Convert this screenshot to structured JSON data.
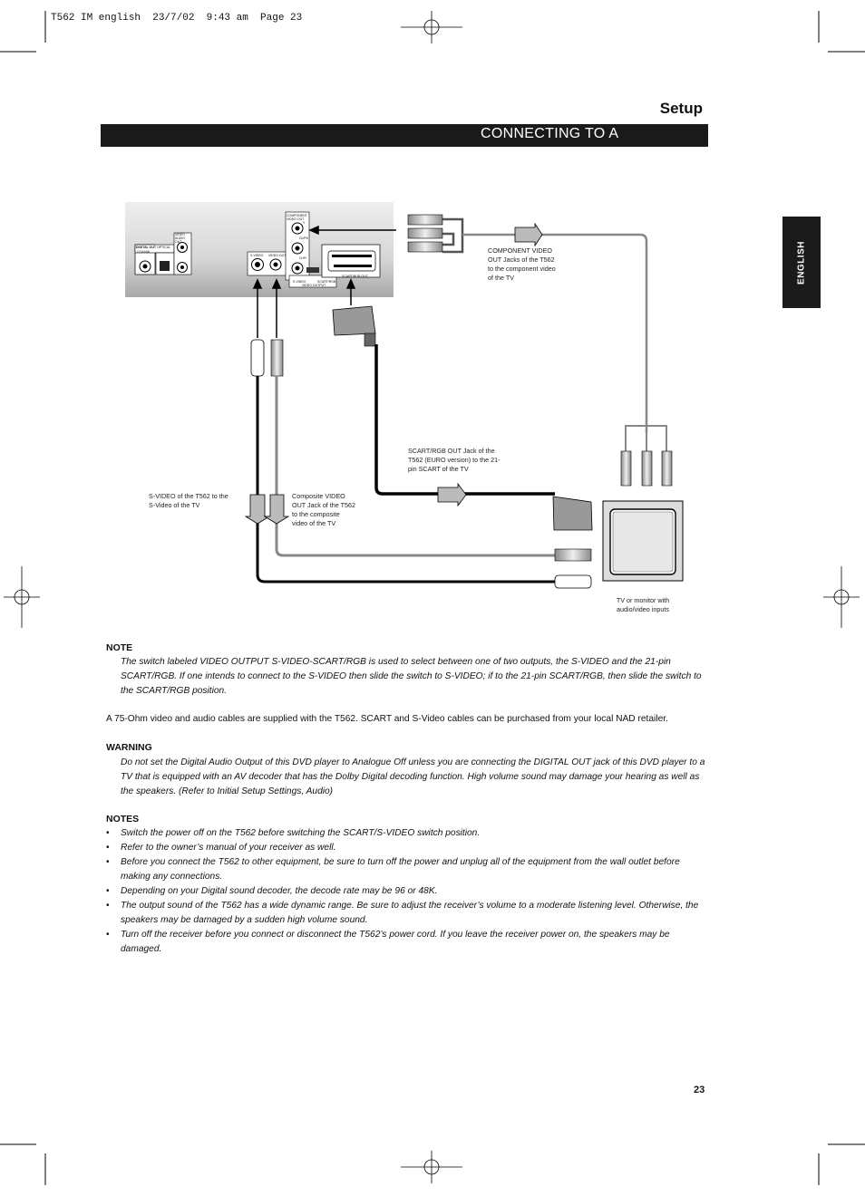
{
  "print_slug": "T562 IM english  23/7/02  9:43 am  Page 23",
  "section_title": "Setup",
  "banner_title": "CONNECTING TO A",
  "language_tab": "ENGLISH",
  "diagram": {
    "component_label": "COMPONENT VIDEO OUT Jacks of the T562 to the component video of the TV",
    "component_label_lines": [
      "COMPONENT VIDEO",
      "OUT Jacks of the T562",
      "to the component video",
      "of the TV"
    ],
    "scart_label_lines": [
      "SCART/RGB OUT Jack of the",
      "T562 (EURO version) to the 21-",
      "pin SCART of the TV"
    ],
    "svideo_label_lines": [
      "S-VIDEO of the T562 to the",
      "S-Video of the TV"
    ],
    "composite_label_lines": [
      "Composite VIDEO",
      "OUT Jack of the T562",
      "to the composite",
      "video of the TV"
    ],
    "tv_label_lines": [
      "TV or monitor with",
      "audio/video inputs"
    ],
    "panel_labels": {
      "digital_out": "DIGITAL OUT",
      "coaxial": "COAXIAL",
      "optical": "OPTICAL",
      "video_audio_out": "VIDEO AUDIO OUT",
      "component_video_out": "COMPONENT VIDEO OUT",
      "s_video": "S-VIDEO",
      "video_out": "VIDEO OUT",
      "scart_rgb_out": "SCART/RGB OUT",
      "video_output": "VIDEO OUTPUT",
      "switch_svideo": "S-VIDEO",
      "switch_scart": "SCART/RGB",
      "cb": "Cb/Pb",
      "cr": "Cr/Pr",
      "y": "Y"
    }
  },
  "note": {
    "heading": "NOTE",
    "text": "The switch labeled VIDEO OUTPUT S-VIDEO-SCART/RGB is used to select between one of two outputs, the S-VIDEO and the 21-pin SCART/RGB. If one intends to connect to the S-VIDEO then slide the switch to S-VIDEO; if to the 21-pin SCART/RGB, then slide the switch to the SCART/RGB position."
  },
  "cables_text": "A 75-Ohm video and audio cables are supplied with the T562. SCART and S-Video cables can be purchased from your local NAD retailer.",
  "warning": {
    "heading": "WARNING",
    "text": "Do not set the Digital Audio Output of this DVD player to Analogue Off unless you are connecting the DIGITAL OUT jack of this DVD player to a TV that is equipped with an AV decoder that has the Dolby Digital decoding function. High volume sound may damage your hearing as well as the speakers. (Refer to Initial Setup Settings, Audio)"
  },
  "notes": {
    "heading": "NOTES",
    "bullet": "•",
    "items": [
      "Switch the power off on the T562 before switching the SCART/S-VIDEO switch position.",
      "Refer to the owner’s manual of your receiver as well.",
      "Before you connect the T562 to other equipment, be sure to turn off the power and unplug all of the equipment from the wall outlet before making any connections.",
      "Depending on your Digital sound decoder, the decode rate may be 96 or 48K.",
      "The output sound of the T562 has a wide dynamic range. Be sure to adjust the receiver’s volume to a moderate listening level. Otherwise, the speakers may be damaged by a sudden high volume sound.",
      "Turn off the receiver before you connect or disconnect the T562’s power cord. If you leave the receiver power on, the speakers may be damaged."
    ]
  },
  "page_number": "23"
}
